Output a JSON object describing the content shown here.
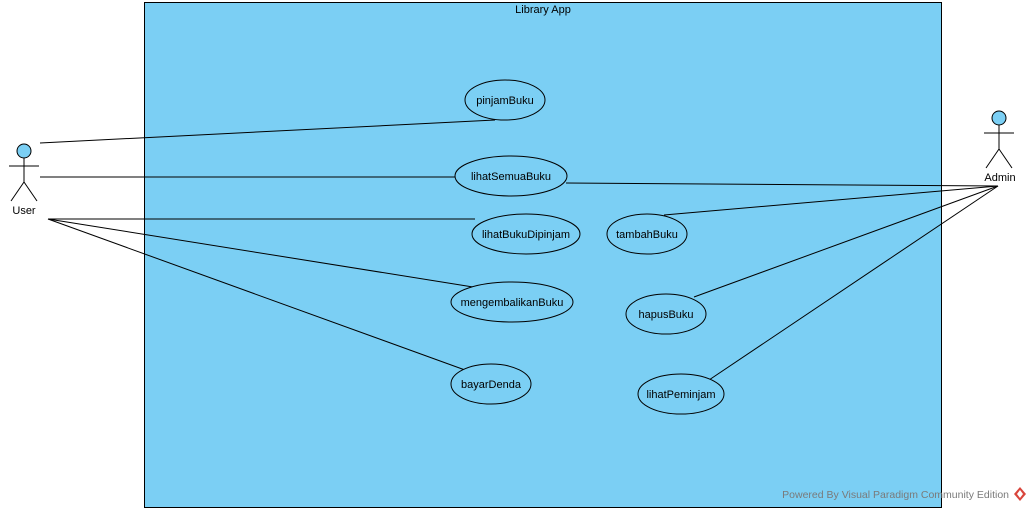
{
  "system": {
    "title": "Library App"
  },
  "actors": {
    "user": {
      "label": "User"
    },
    "admin": {
      "label": "Admin"
    }
  },
  "use_cases": {
    "pinjam_buku": "pinjamBuku",
    "lihat_semua_buku": "lihatSemuaBuku",
    "lihat_buku_dipinjam": "lihatBukuDipinjam",
    "mengembalikan_buku": "mengembalikanBuku",
    "bayar_denda": "bayarDenda",
    "tambah_buku": "tambahBuku",
    "hapus_buku": "hapusBuku",
    "lihat_peminjam": "lihatPeminjam"
  },
  "watermark": {
    "text": "Powered By Visual Paradigm Community Edition"
  },
  "colors": {
    "boundary_fill": "#7bcff4",
    "actor_head_fill": "#7bcff4",
    "usecase_fill": "#7bcff4",
    "line": "#000000",
    "watermark_logo": "#d9453c"
  }
}
